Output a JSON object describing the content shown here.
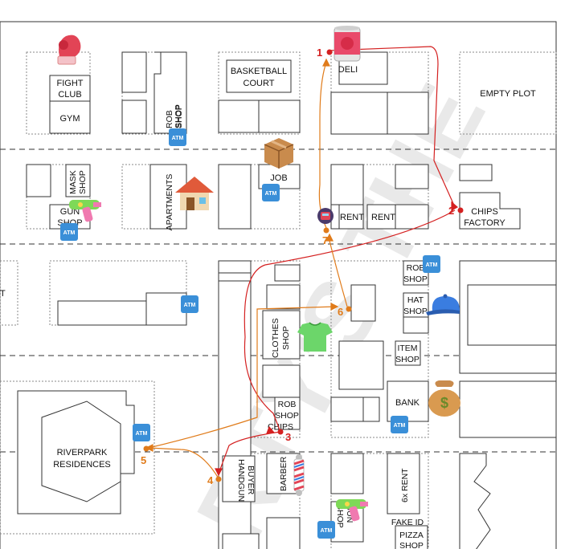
{
  "map": {
    "watermark": "RTY'S THE",
    "places": {
      "fight_club": [
        "FIGHT",
        "CLUB"
      ],
      "gym": "GYM",
      "rob_shop_top": [
        "ROB",
        "SHOP"
      ],
      "basketball": [
        "BASKETBALL",
        "COURT"
      ],
      "deli": "DELI",
      "empty_plot": "EMPTY PLOT",
      "mask_shop": [
        "MASK",
        "SHOP"
      ],
      "gun_shop_left": [
        "GUN",
        "SHOP"
      ],
      "apartments": "APARTMENTS",
      "job": "JOB",
      "rent1": "RENT",
      "rent2": "RENT",
      "chips_factory": [
        "CHIPS",
        "FACTORY"
      ],
      "rob_shop_mid": [
        "ROB",
        "SHOP"
      ],
      "hat_shop": [
        "HAT",
        "SHOP"
      ],
      "clothes_shop": [
        "CLOTHES",
        "SHOP"
      ],
      "item_shop": [
        "ITEM",
        "SHOP"
      ],
      "rob_shop_chips": [
        "ROB",
        "SHOP",
        "CHIPS"
      ],
      "bank": "BANK",
      "riverpark": [
        "RIVERPARK",
        "RESIDENCES"
      ],
      "handgun_buyer": [
        "HANDGUN",
        "BUYER"
      ],
      "barber": "BARBER",
      "gun_shop_bottom": [
        "GUN",
        "SHOP"
      ],
      "rent_6x": "6x RENT",
      "fake_id": "FAKE ID",
      "pizza_shop": [
        "PIZZA",
        "SHOP"
      ],
      "left_edge_text": "T"
    },
    "atm_label": "ATM",
    "route_markers": [
      "1",
      "2",
      "3",
      "4",
      "5",
      "6",
      "7"
    ],
    "colors": {
      "route_red": "#d42020",
      "route_orange": "#e07b1a",
      "building_line": "#333333",
      "dotted_lot": "#888888",
      "atm_bg": "#3a8fd8"
    },
    "icons": [
      "boxing-glove-icon",
      "tomato-can-icon",
      "package-box-icon",
      "house-icon",
      "water-gun-icon",
      "bus-stop-icon",
      "cap-icon",
      "t-shirt-icon",
      "money-bag-icon",
      "barber-pole-icon"
    ]
  }
}
